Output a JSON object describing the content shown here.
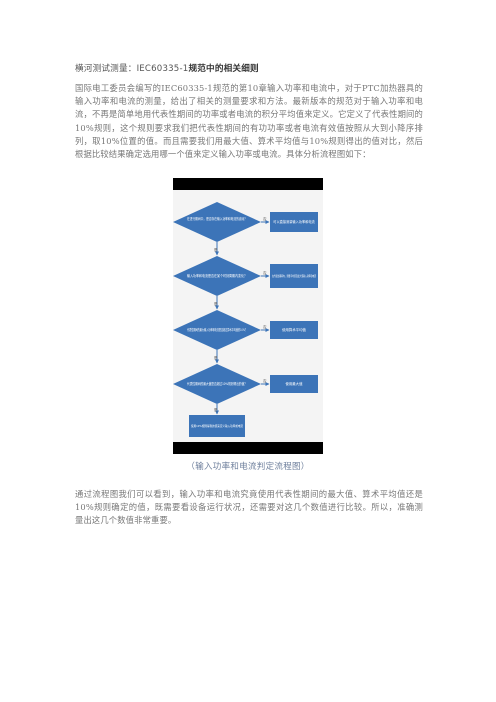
{
  "title": {
    "prefix": "横河测试测量：",
    "standard": "IEC60335-1",
    "suffix": "规范中的相关细则"
  },
  "paragraph1": "国际电工委员会编写的IEC60335-1规范的第10章输入功率和电流中，对于PTC加热器具的输入功率和电流的测量，给出了相关的测量要求和方法。最新版本的规范对于输入功率和电流，不再是简单地用代表性期间的功率或者电流的积分平均值来定义。它定义了代表性期间的10%规则，这个规则要求我们把代表性期间的有功功率或者电流有效值按照从大到小降序排列，取10%位置的值。而且需要我们用最大值、算术平均值与10%规则得出的值对比，然后根据比较结果确定选用哪一个值来定义输入功率或电流。具体分析流程图如下：",
  "flowchart": {
    "decisions": [
      "在进行期间中，是否存在输入功率和电流的波动？",
      "输入功率和电流是否在某个时刻周期内变化？",
      "代表性期间的最大输入功率和电流是否超过算术平均值的10%？",
      "代表性期间的最大值是否超过10%规则得出的值？"
    ],
    "outcomes": [
      "可以直接测量输入功率和电流",
      "在代表性期间内，测量平均值及最大值输入功率和电流",
      "使用算术平均值",
      "使用最大值"
    ],
    "final": "使用10%规则得到的值来定义输入功率或电流",
    "yes_label": "是",
    "no_label": "否"
  },
  "caption": "（输入功率和电流判定流程图）",
  "paragraph2": "通过流程图我们可以看到，输入功率和电流究竟使用代表性期间的最大值、算术平均值还是10%规则确定的值，既需要看设备运行状况，还需要对这几个数值进行比较。所以，准确测量出这几个数值非常重要。",
  "colors": {
    "box_blue": "#3c74b8",
    "figure_background": "#f4f4f4",
    "bar_black": "#000000"
  }
}
